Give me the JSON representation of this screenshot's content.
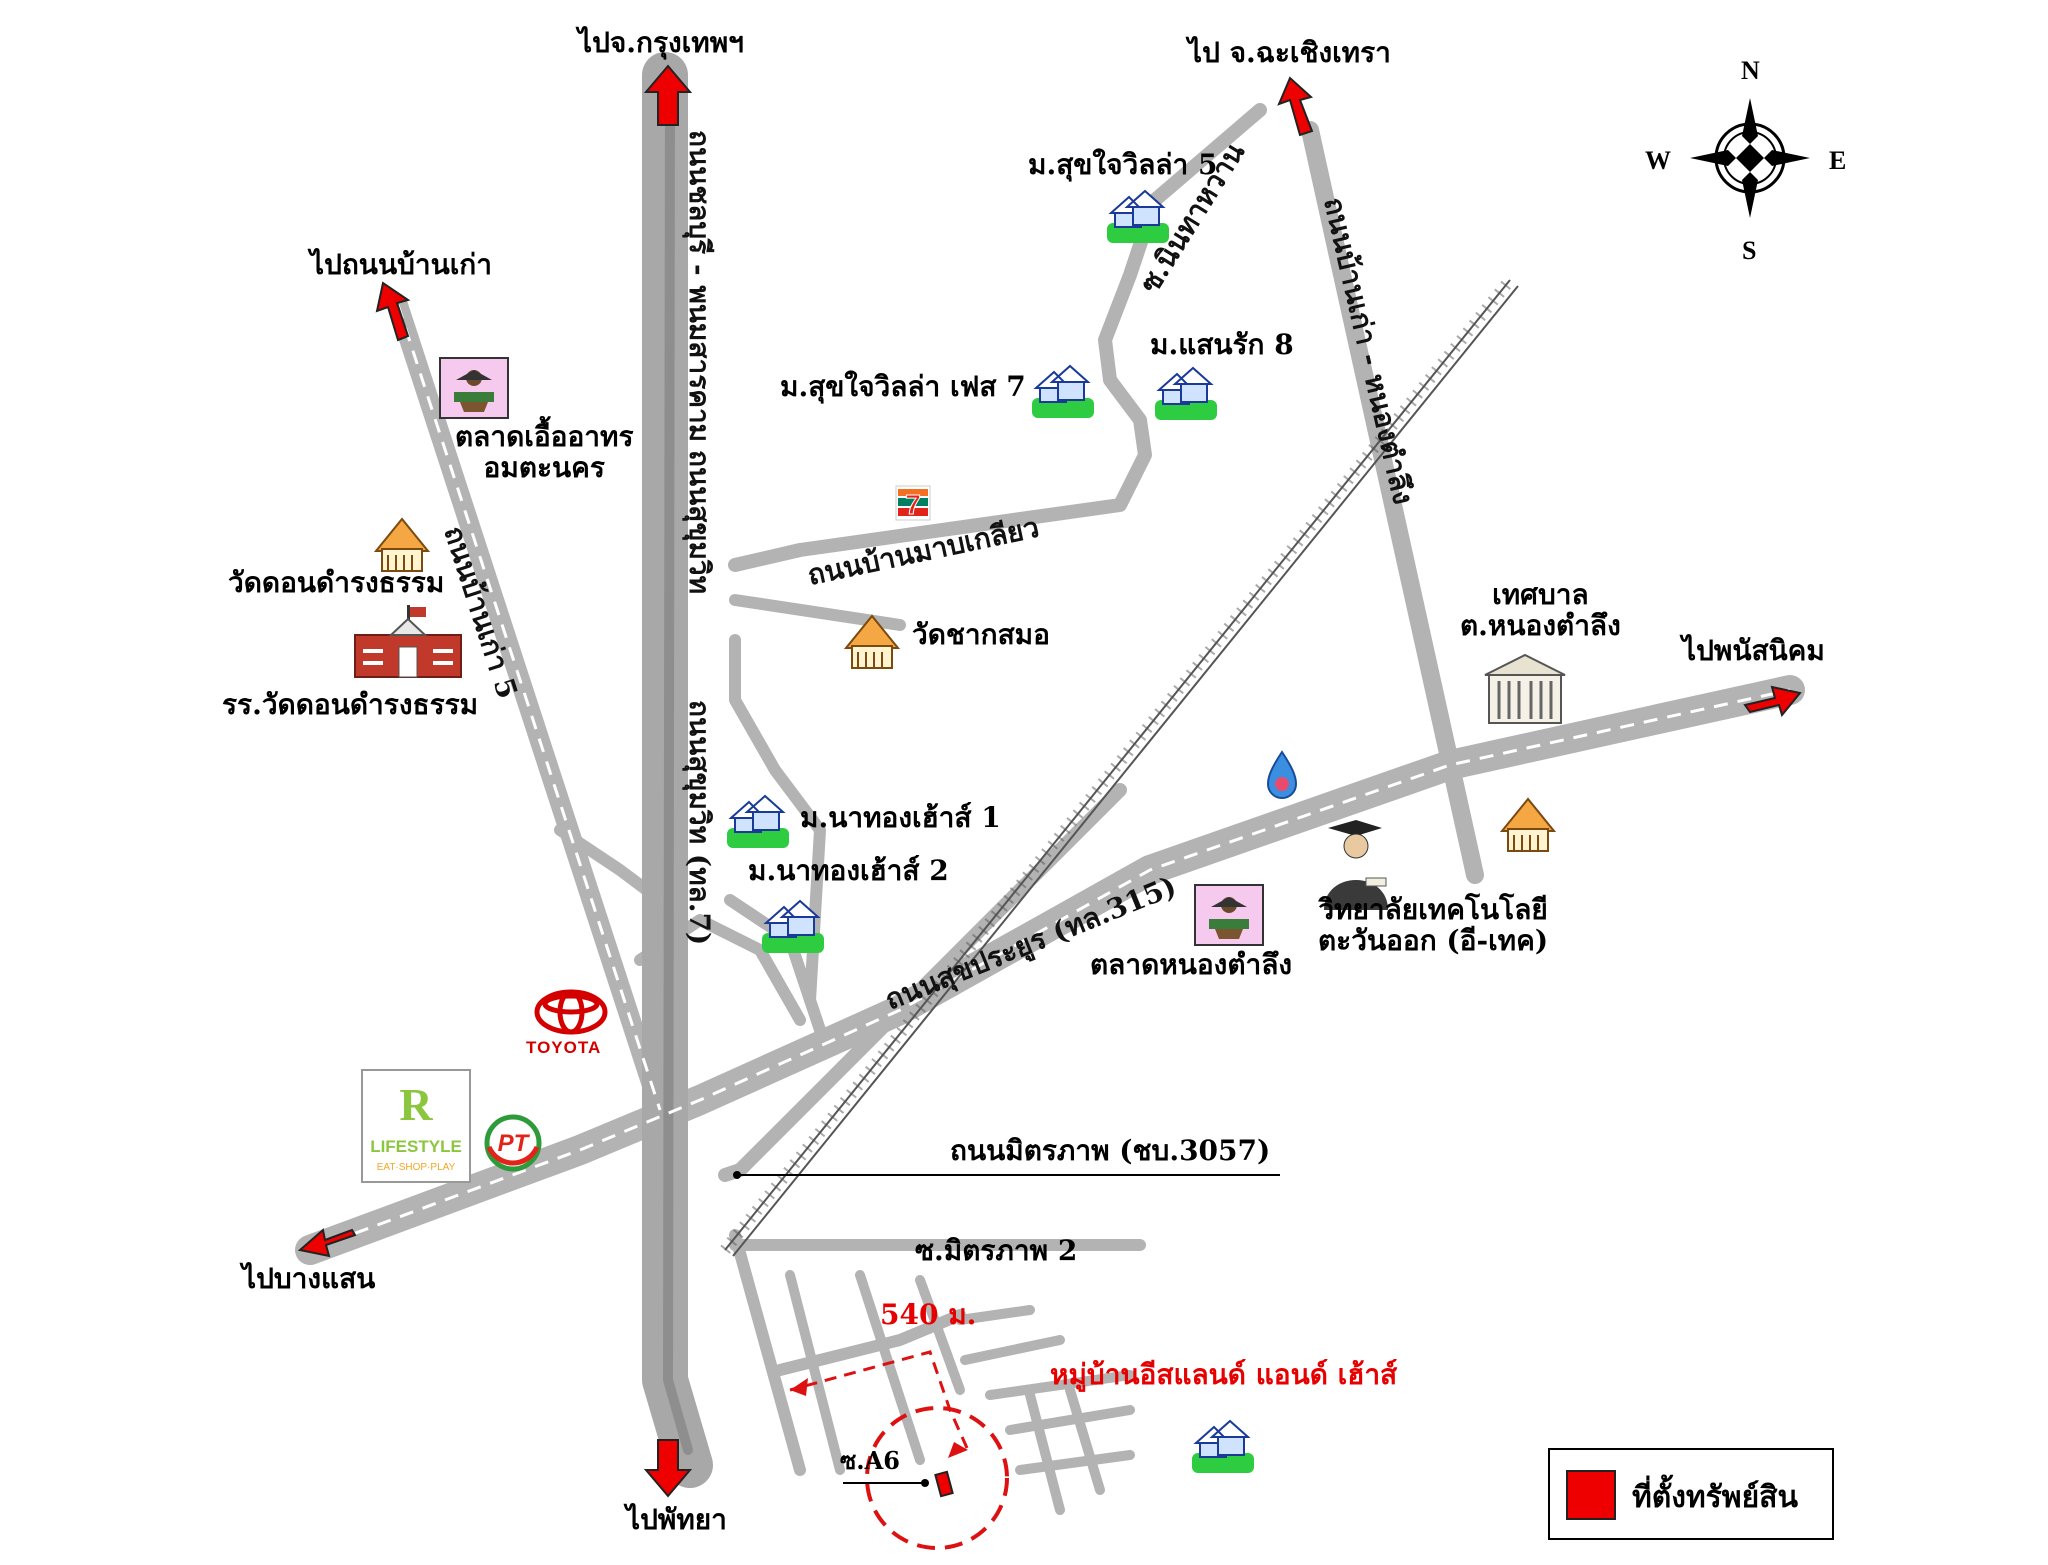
{
  "destinations": {
    "bangkok": "ไปจ.กรุงเทพฯ",
    "chachoengsao": "ไป จ.ฉะเชิงเทรา",
    "ban_kao_road": "ไปถนนบ้านเก่า",
    "phanat_nikhom": "ไปพนัสนิคม",
    "bang_saen": "ไปบางแสน",
    "pattaya": "ไปพัทยา"
  },
  "compass": {
    "n": "N",
    "s": "S",
    "e": "E",
    "w": "W"
  },
  "roads": {
    "highway7_north": "ถนนชลบุรี - พนมสารคาม",
    "highway7_mid": "ถนนสุขุมวิท",
    "highway7_south": "ถนนสุขุมวิท (ทล.7)",
    "ban_kao_5": "ถนนบ้านเก่า 5",
    "ban_kao_nong_tamlueng": "ถนนบ้านเก่า - หนองตำลึง",
    "soi_ninthanhwan": "ซ.นินทาหวาน",
    "ban_map_kliao": "ถนนบ้านมาบเกลียว",
    "sukprayoon": "ถนนสุขประยูร (ทล.315)",
    "mittraphap": "ถนนมิตรภาพ (ชบ.3057)",
    "soi_mittraphap_2": "ซ.มิตรภาพ 2",
    "soi_a6": "ซ.A6"
  },
  "places": {
    "suk_jai_villa_5": "ม.สุขใจวิลล่า 5",
    "suk_jai_villa_phase7": "ม.สุขใจวิลล่า เฟส 7",
    "saen_rak_8": "ม.แสนรัก 8",
    "market_ueaathorn": [
      "ตลาดเอื้ออาทร",
      "อมตะนคร"
    ],
    "wat_don_damrong": "วัดดอนดำรงธรรม",
    "school_wat_don_damrong": "รร.วัดดอนดำรงธรรม",
    "wat_chak_samo": "วัดชากสมอ",
    "na_thong_house_1": "ม.นาทองเฮ้าส์ 1",
    "na_thong_house_2": "ม.นาทองเฮ้าส์ 2",
    "nong_tamlueng_municipality": [
      "เทศบาล",
      "ต.หนองตำลึง"
    ],
    "nong_tamlueng_market": "ตลาดหนองตำลึง",
    "etech_college": [
      "วิทยาลัยเทคโนโลยี",
      "ตะวันออก (อี-เทค)"
    ],
    "island_and_house": "หมู่บ้านอีสแลนด์ แอนด์ เฮ้าส์"
  },
  "distance": "540 ม.",
  "logos": {
    "toyota": "TOYOTA",
    "seven_eleven": "7",
    "robinson": "R",
    "lifestyle": "LIFESTYLE",
    "eat_shop_play": "EAT·SHOP·PLAY",
    "pt": "PT"
  },
  "legend": {
    "label": "ที่ตั้งทรัพย์สิน",
    "color": "#ee0000"
  },
  "colors": {
    "road_gray": "#b3b3b3",
    "road_dark": "#9a9a9a",
    "arrow_red": "#ee0000",
    "target_red": "#dd1111"
  }
}
